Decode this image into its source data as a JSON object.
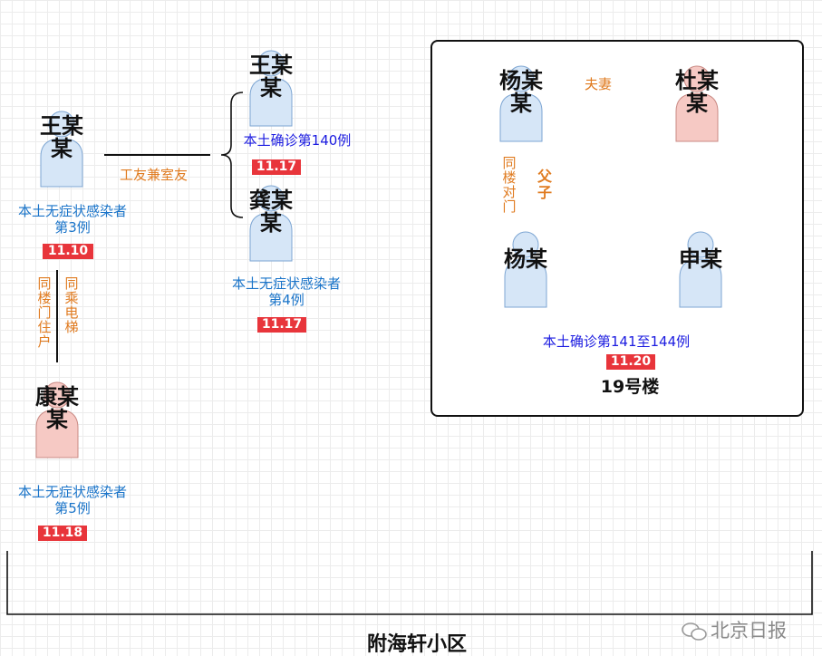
{
  "people": {
    "wang1": {
      "name": "王某某",
      "label1": "本土无症状感染者",
      "label2": "第3例",
      "date": "11.10"
    },
    "wang2": {
      "name": "王某某",
      "label": "本土确诊第140例",
      "date": "11.17"
    },
    "gong": {
      "name": "龚某某",
      "label1": "本土无症状感染者",
      "label2": "第4例",
      "date": "11.17"
    },
    "kang": {
      "name": "康某某",
      "label1": "本土无症状感染者",
      "label2": "第5例",
      "date": "11.18"
    },
    "yang1": {
      "name": "杨某某"
    },
    "du": {
      "name": "杜某某"
    },
    "yang2": {
      "name": "杨某"
    },
    "shen": {
      "name": "申某"
    }
  },
  "relations": {
    "coworker": "工友兼室友",
    "same_unit_resident": "同楼门住户",
    "same_elevator": "同乘电梯",
    "couple": "夫妻",
    "opposite_door": "同楼对门",
    "father_son": "父子"
  },
  "building_group": {
    "label": "本土确诊第141至144例",
    "date": "11.20",
    "building": "19号楼"
  },
  "bottom": {
    "region_partial": "附海轩小区"
  },
  "watermark": {
    "text": "北京日报"
  },
  "colors": {
    "blue_person": "#d6e6f7",
    "pink_person": "#f6c9c4",
    "date_red": "#e8353b",
    "label_blue": "#1a74c9",
    "label_navy": "#1b1be0",
    "relation_orange": "#e07b20"
  }
}
